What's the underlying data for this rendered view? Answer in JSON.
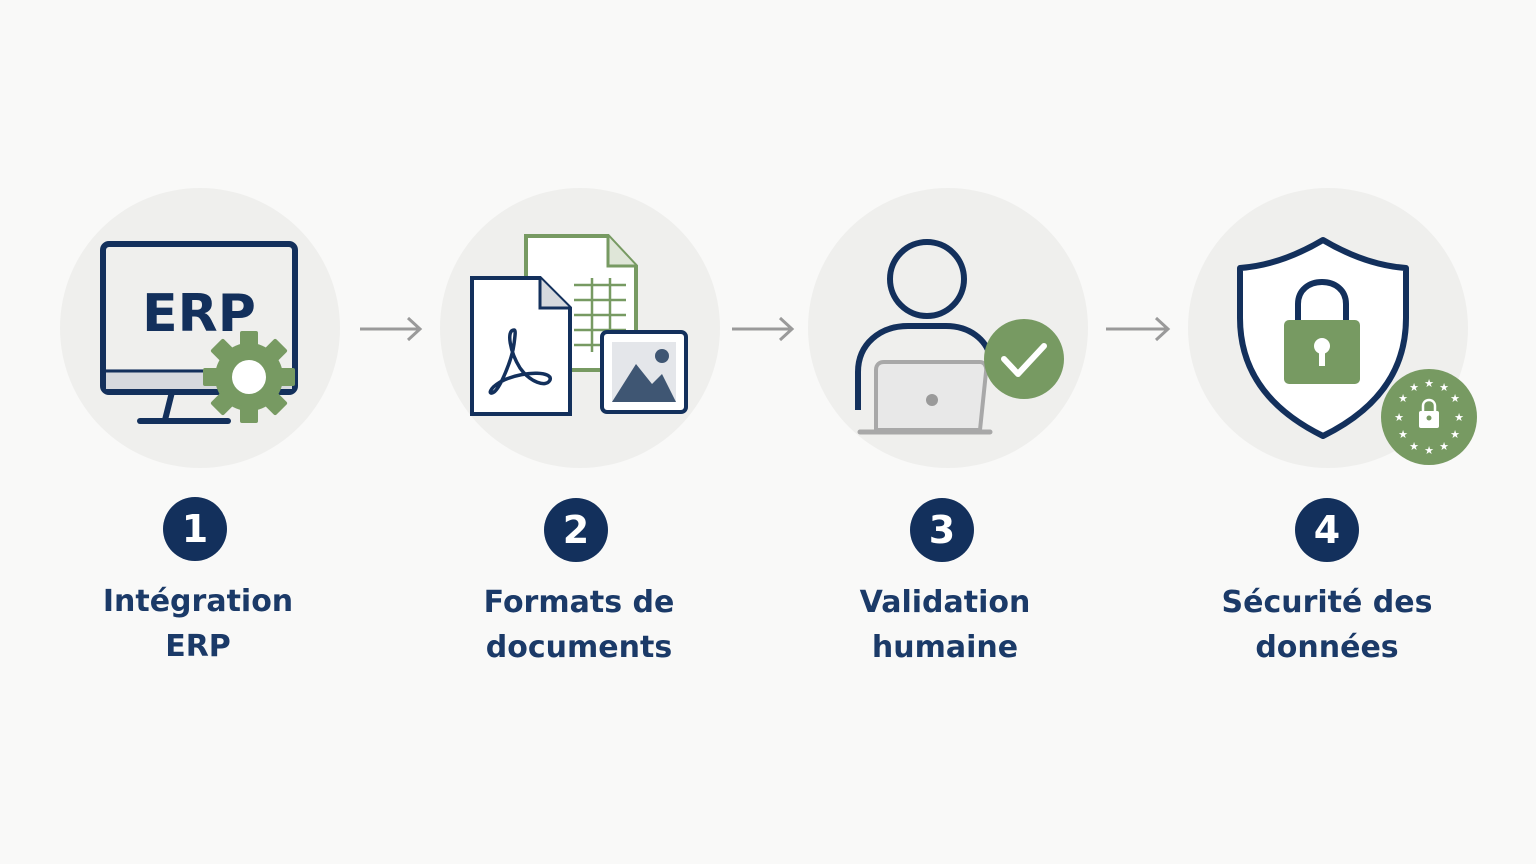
{
  "colors": {
    "navy": "#13305c",
    "green": "#779a62",
    "grey": "#b9b9b9",
    "disc": "#efefed"
  },
  "steps": [
    {
      "number": "1",
      "icon": "erp-monitor-gear-icon",
      "label_line1": "Intégration",
      "label_line2": "ERP",
      "icon_text": "ERP"
    },
    {
      "number": "2",
      "icon": "document-formats-icon",
      "label_line1": "Formats de",
      "label_line2": "documents"
    },
    {
      "number": "3",
      "icon": "person-laptop-check-icon",
      "label_line1": "Validation",
      "label_line2": "humaine"
    },
    {
      "number": "4",
      "icon": "shield-lock-eu-icon",
      "label_line1": "Sécurité des",
      "label_line2": "données"
    }
  ]
}
